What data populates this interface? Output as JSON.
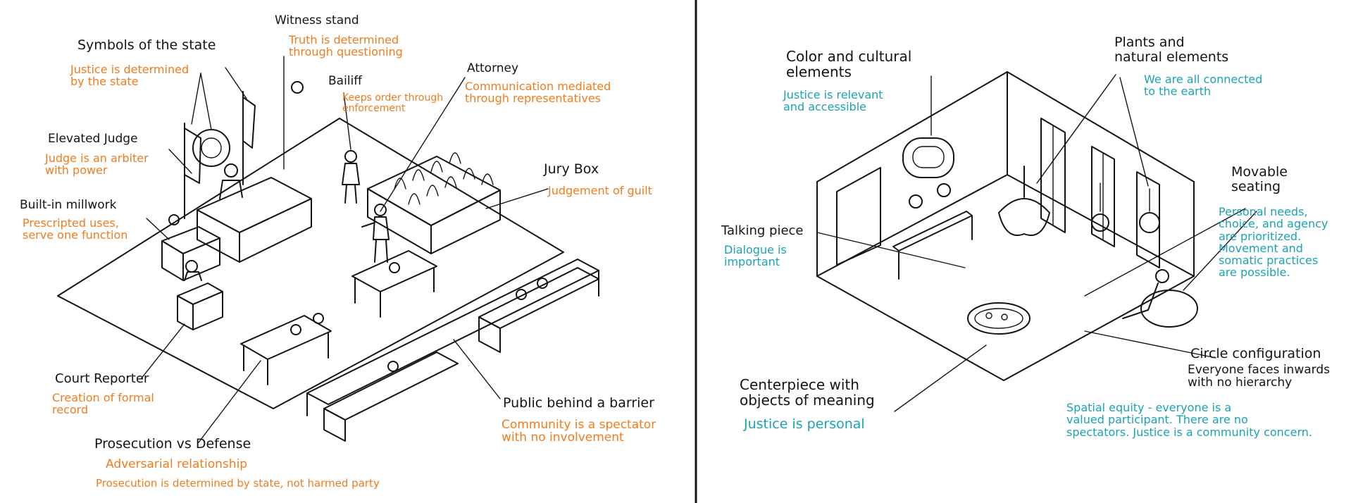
{
  "colors": {
    "ink": "#141414",
    "orange": "#f07c1e",
    "teal": "#1ba3b5"
  },
  "courtroom": {
    "symbols": {
      "title": "Symbols of the state",
      "note": "Justice is determined\nby the state"
    },
    "witness": {
      "title": "Witness stand",
      "note": "Truth is determined\nthrough questioning"
    },
    "bailiff": {
      "title": "Bailiff",
      "note": "Keeps order through\nenforcement"
    },
    "attorney": {
      "title": "Attorney",
      "note": "Communication mediated\nthrough representatives"
    },
    "judge": {
      "title": "Elevated Judge",
      "note": "Judge is an arbiter\nwith power"
    },
    "jury": {
      "title": "Jury Box",
      "note": "Judgement of guilt"
    },
    "millwork": {
      "title": "Built-in millwork",
      "note": "Prescripted uses,\nserve one function"
    },
    "reporter": {
      "title": "Court Reporter",
      "note": "Creation of formal\nrecord"
    },
    "public": {
      "title": "Public behind a barrier",
      "note": "Community is a spectator\nwith no involvement"
    },
    "prosecution": {
      "title": "Prosecution vs Defense",
      "note": "Adversarial relationship",
      "note2": "Prosecution is determined by state, not harmed party"
    }
  },
  "circle_room": {
    "color": {
      "title": "Color and cultural\nelements",
      "note": "Justice is relevant\nand accessible"
    },
    "plants": {
      "title": "Plants and\nnatural elements",
      "note": "We are all connected\nto the earth"
    },
    "seating": {
      "title": "Movable\nseating",
      "note": "Personal needs,\nchoice, and agency\nare prioritized.\nMovement and\nsomatic practices\nare possible."
    },
    "talking": {
      "title": "Talking piece",
      "note": "Dialogue is\nimportant"
    },
    "circle": {
      "title": "Circle configuration",
      "note": "Everyone faces inwards\nwith no hierarchy"
    },
    "centerpiece": {
      "title": "Centerpiece with\nobjects of meaning",
      "note": "Justice is personal"
    },
    "equity": {
      "note": "Spatial equity - everyone is a\nvalued participant. There are no\nspectators. Justice is a community concern."
    }
  }
}
